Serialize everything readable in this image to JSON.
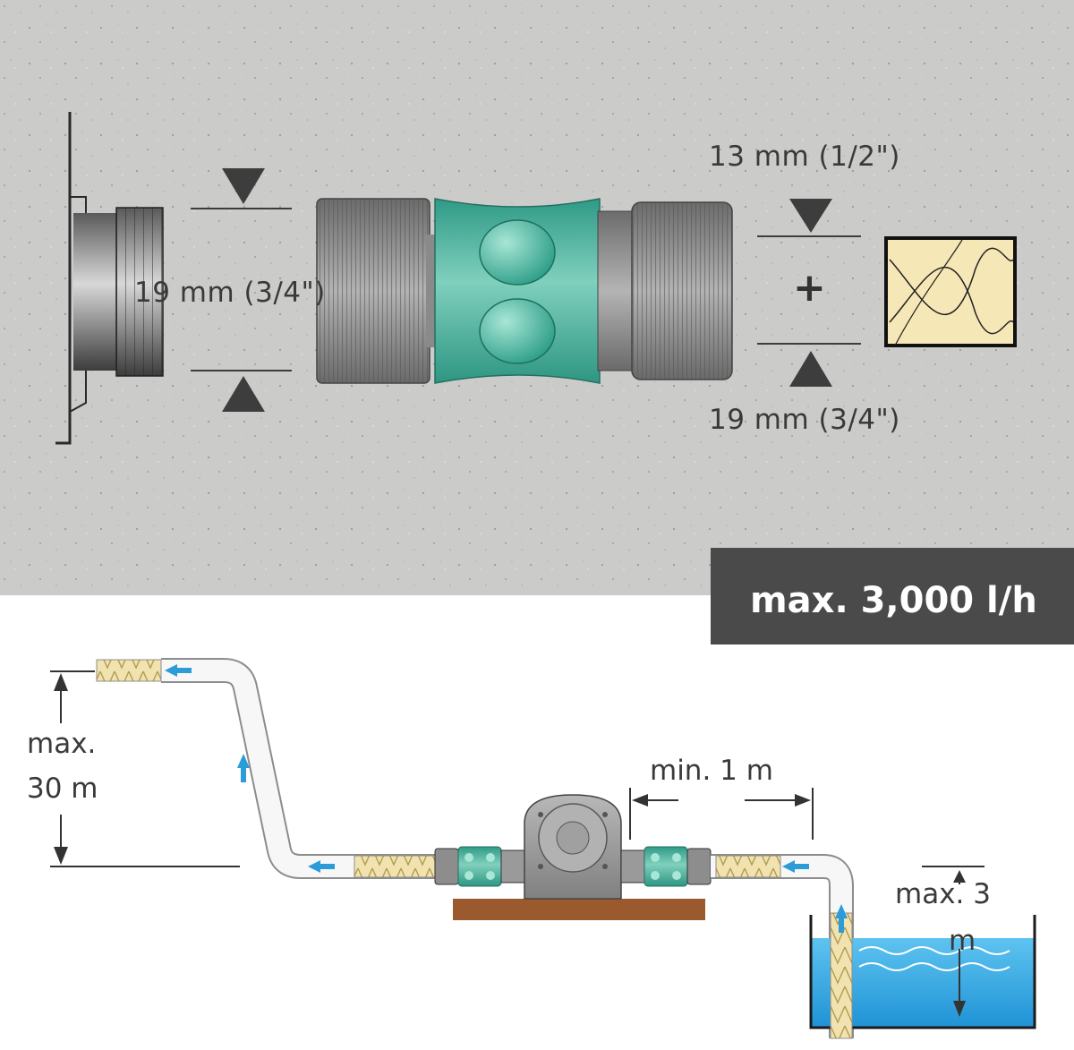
{
  "connector": {
    "left_size_label": "19 mm (3/4\")",
    "right_top_label": "13 mm (1/2\")",
    "right_plus": "+",
    "right_bottom_label": "19 mm (3/4\")"
  },
  "flow_rate": {
    "label": "max. 3,000 l/h"
  },
  "installation": {
    "max_height_label_line1": "max.",
    "max_height_label_line2": "30 m",
    "min_distance_label": "min. 1 m",
    "max_depth_label_line1": "max. 3",
    "max_depth_label_line2": "m"
  },
  "colors": {
    "concrete": "#c9c9c7",
    "connector_green": "#3fa894",
    "nut_grey": "#8e8e8e",
    "hose_yellow": "#f1e3b0",
    "water_blue": "#2aa3e0",
    "pump_base_brown": "#9b5a2e",
    "flow_arrow": "#2b9cd8"
  }
}
